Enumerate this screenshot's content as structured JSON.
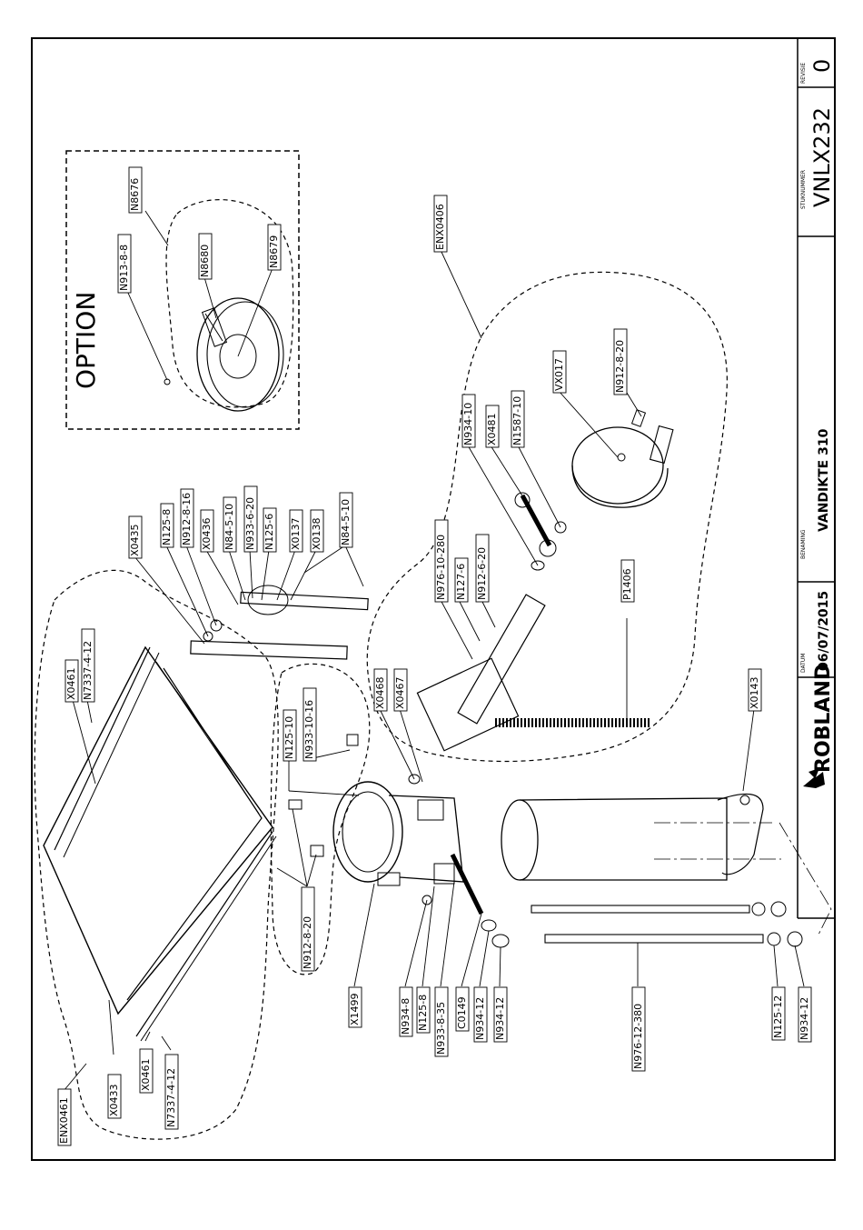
{
  "option_label": "OPTION",
  "part_labels": {
    "N8676": "N8676",
    "N913_8_8": "N913-8-8",
    "N8680": "N8680",
    "N8679": "N8679",
    "ENX0406": "ENX0406",
    "N912_8_20_top": "N912-8-20",
    "VX017": "VX017",
    "N1587_10": "N1587-10",
    "X0481": "X0481",
    "N934_10": "N934-10",
    "N84_5_10_a": "N84-5-10",
    "X0138": "X0138",
    "X0137": "X0137",
    "N125_6": "N125-6",
    "N933_6_20": "N933-6-20",
    "N84_5_10_b": "N84-5-10",
    "X0436": "X0436",
    "N912_8_16": "N912-8-16",
    "N125_8_top": "N125-8",
    "X0435": "X0435",
    "N912_6_20": "N912-6-20",
    "N127_6": "N127-6",
    "N976_10_280": "N976-10-280",
    "P1406": "P1406",
    "X0461_top": "X0461",
    "N7337_4_12_top": "N7337-4-12",
    "N933_10_16": "N933-10-16",
    "N125_10": "N125-10",
    "X0468": "X0468",
    "X0467": "X0467",
    "X0143": "X0143",
    "N912_8_20_bottom": "N912-8-20",
    "X1499": "X1499",
    "N934_8": "N934-8",
    "N125_8_bottom": "N125-8",
    "N933_8_35": "N933-8-35",
    "C0149": "C0149",
    "N934_12_a": "N934-12",
    "N934_12_b": "N934-12",
    "N976_12_380": "N976-12-380",
    "N125_12": "N125-12",
    "N934_12_c": "N934-12",
    "ENX0461": "ENX0461",
    "X0433": "X0433",
    "X0461_bottom": "X0461",
    "N7337_4_12_bottom": "N7337-4-12"
  },
  "title_block": {
    "logo_text": "ROBLAND",
    "datum_label": "DATUM",
    "datum_value": "06/07/2015",
    "benaming_label": "BENAMING",
    "benaming_value": "VANDIKTE 310",
    "stuknummer_label": "STUKNUMMER",
    "stuknummer_value": "VNLX232",
    "revisie_label": "REVISIE",
    "revisie_value": "0"
  }
}
